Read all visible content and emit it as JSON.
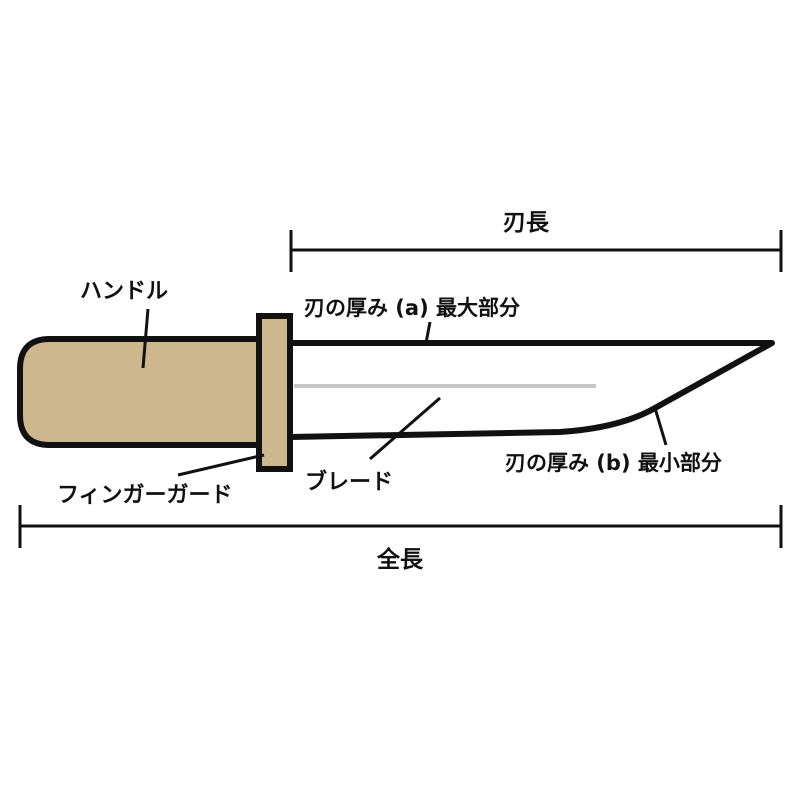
{
  "diagram": {
    "labels": {
      "blade_length": "刃長",
      "handle": "ハンドル",
      "thickness_max": "刃の厚み (a) 最大部分",
      "thickness_min": "刃の厚み (b) 最小部分",
      "blade": "ブレード",
      "finger_guard": "フィンガーガード",
      "overall_length": "全長"
    },
    "colors": {
      "handle_fill": "#cdb88d",
      "outline": "#111111",
      "blade_fill": "#ffffff",
      "blade_line": "#c8c8c8"
    }
  }
}
